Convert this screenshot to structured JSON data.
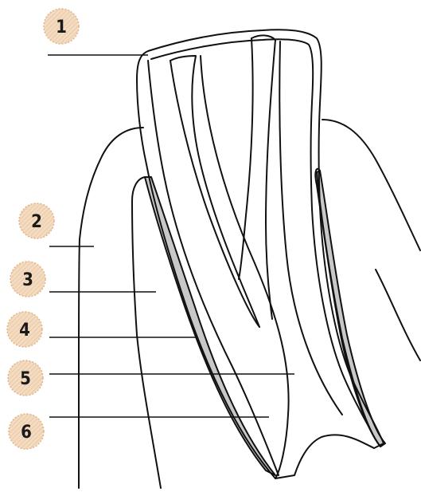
{
  "labels": [
    {
      "id": "1",
      "text": "1"
    },
    {
      "id": "2",
      "text": "2"
    },
    {
      "id": "3",
      "text": "3"
    },
    {
      "id": "4",
      "text": "4"
    },
    {
      "id": "5",
      "text": "5"
    },
    {
      "id": "6",
      "text": "6"
    }
  ],
  "colors": {
    "badge_fill": "#f3dcc2",
    "badge_stripe": "#e9c39b",
    "badge_ring": "#e2b48a",
    "ligament_fill": "#c8c8c8",
    "outline": "#111111"
  }
}
